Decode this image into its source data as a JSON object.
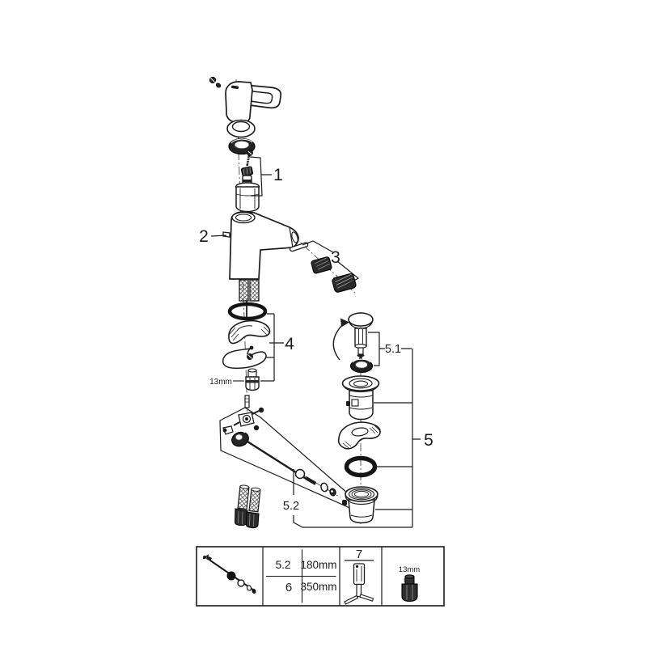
{
  "callouts": {
    "cartridge_group": "1",
    "faucet_body": "2",
    "aerator_group": "3",
    "mounting_group": "4",
    "drain_set": "5",
    "plug_group": "5.1",
    "rod_group": "5.2",
    "wrench_size": "13mm"
  },
  "spec_table": {
    "rows": [
      {
        "ref": "5.2",
        "length": "180mm"
      },
      {
        "ref": "6",
        "length": "350mm"
      }
    ],
    "tool_ref": "7",
    "socket_size": "13mm"
  },
  "colors": {
    "line": "#1c1c1c",
    "background": "#ffffff",
    "dark_fill": "#262626"
  }
}
